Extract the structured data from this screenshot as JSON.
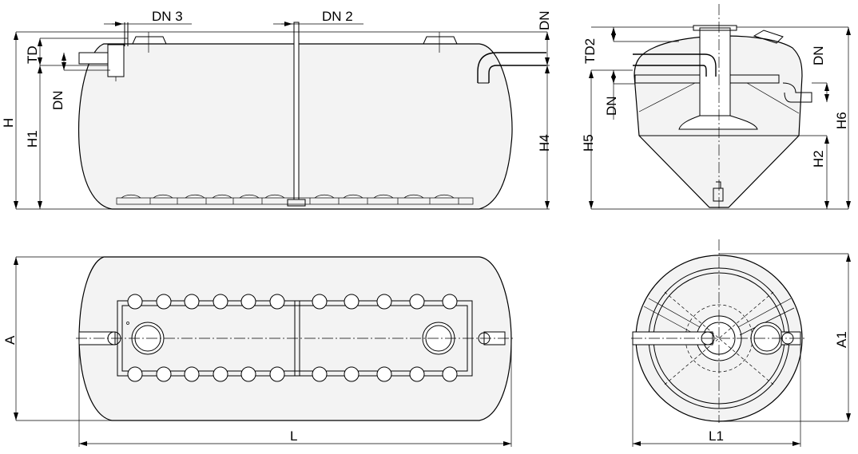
{
  "labels": {
    "dn3": "DN 3",
    "dn2": "DN 2",
    "dn_a": "DN",
    "dn_b": "DN",
    "dn_c": "DN",
    "dn_d": "DN",
    "td": "TD",
    "td2": "TD2",
    "h": "H",
    "h1": "H1",
    "h2": "H2",
    "h4": "H4",
    "h5": "H5",
    "h6": "H6",
    "a": "A",
    "a1": "A1",
    "l": "L",
    "l1": "L1"
  }
}
